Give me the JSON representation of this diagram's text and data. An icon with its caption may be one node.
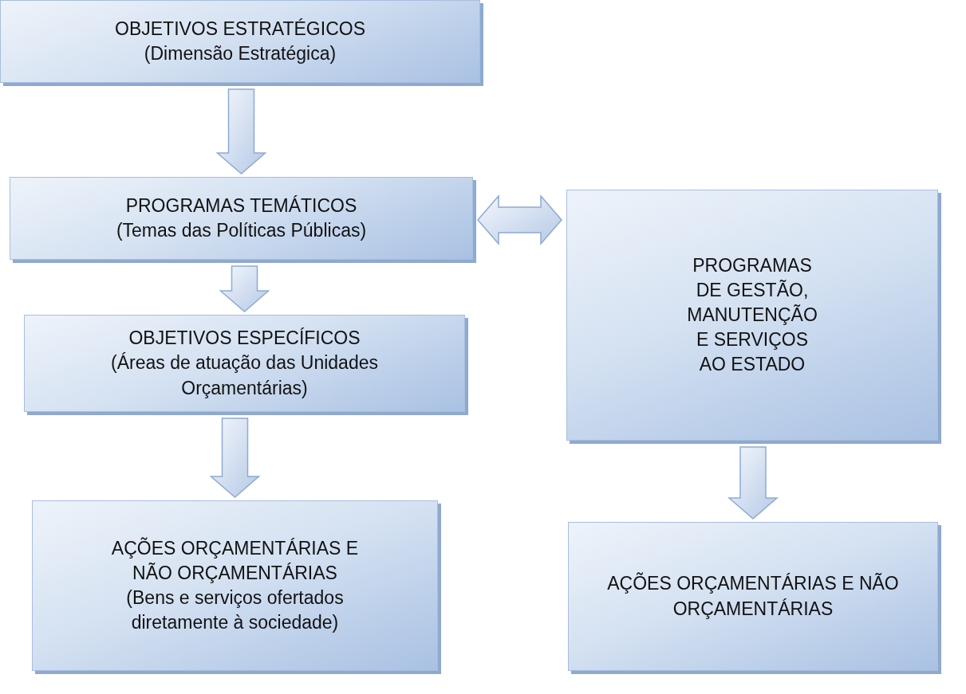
{
  "diagram": {
    "nodes": [
      {
        "text": [
          "OBJETIVOS ESTRATÉGICOS",
          "(Dimensão Estratégica)"
        ]
      },
      {
        "text": [
          "PROGRAMAS TEMÁTICOS",
          "(Temas das Políticas Públicas)"
        ]
      },
      {
        "text": [
          "OBJETIVOS ESPECÍFICOS",
          "(Áreas de atuação das Unidades Orçamentárias)"
        ]
      },
      {
        "text": [
          "AÇÕES ORÇAMENTÁRIAS E NÃO ORÇAMENTÁRIAS",
          "(Bens e serviços ofertados diretamente à sociedade)"
        ]
      },
      {
        "text": [
          "PROGRAMAS DE GESTÃO, MANUTENÇÃO E SERVIÇOS AO ESTADO"
        ]
      },
      {
        "text": [
          "AÇÕES ORÇAMENTÁRIAS E NÃO ORÇAMENTÁRIAS"
        ]
      }
    ],
    "edges": [
      {
        "from": 0,
        "to": 1,
        "arrow": "to"
      },
      {
        "from": 1,
        "to": 2,
        "arrow": "to"
      },
      {
        "from": 2,
        "to": 3,
        "arrow": "to"
      },
      {
        "from": 1,
        "to": 4,
        "arrow": "both"
      },
      {
        "from": 4,
        "to": 5,
        "arrow": "to"
      }
    ]
  }
}
